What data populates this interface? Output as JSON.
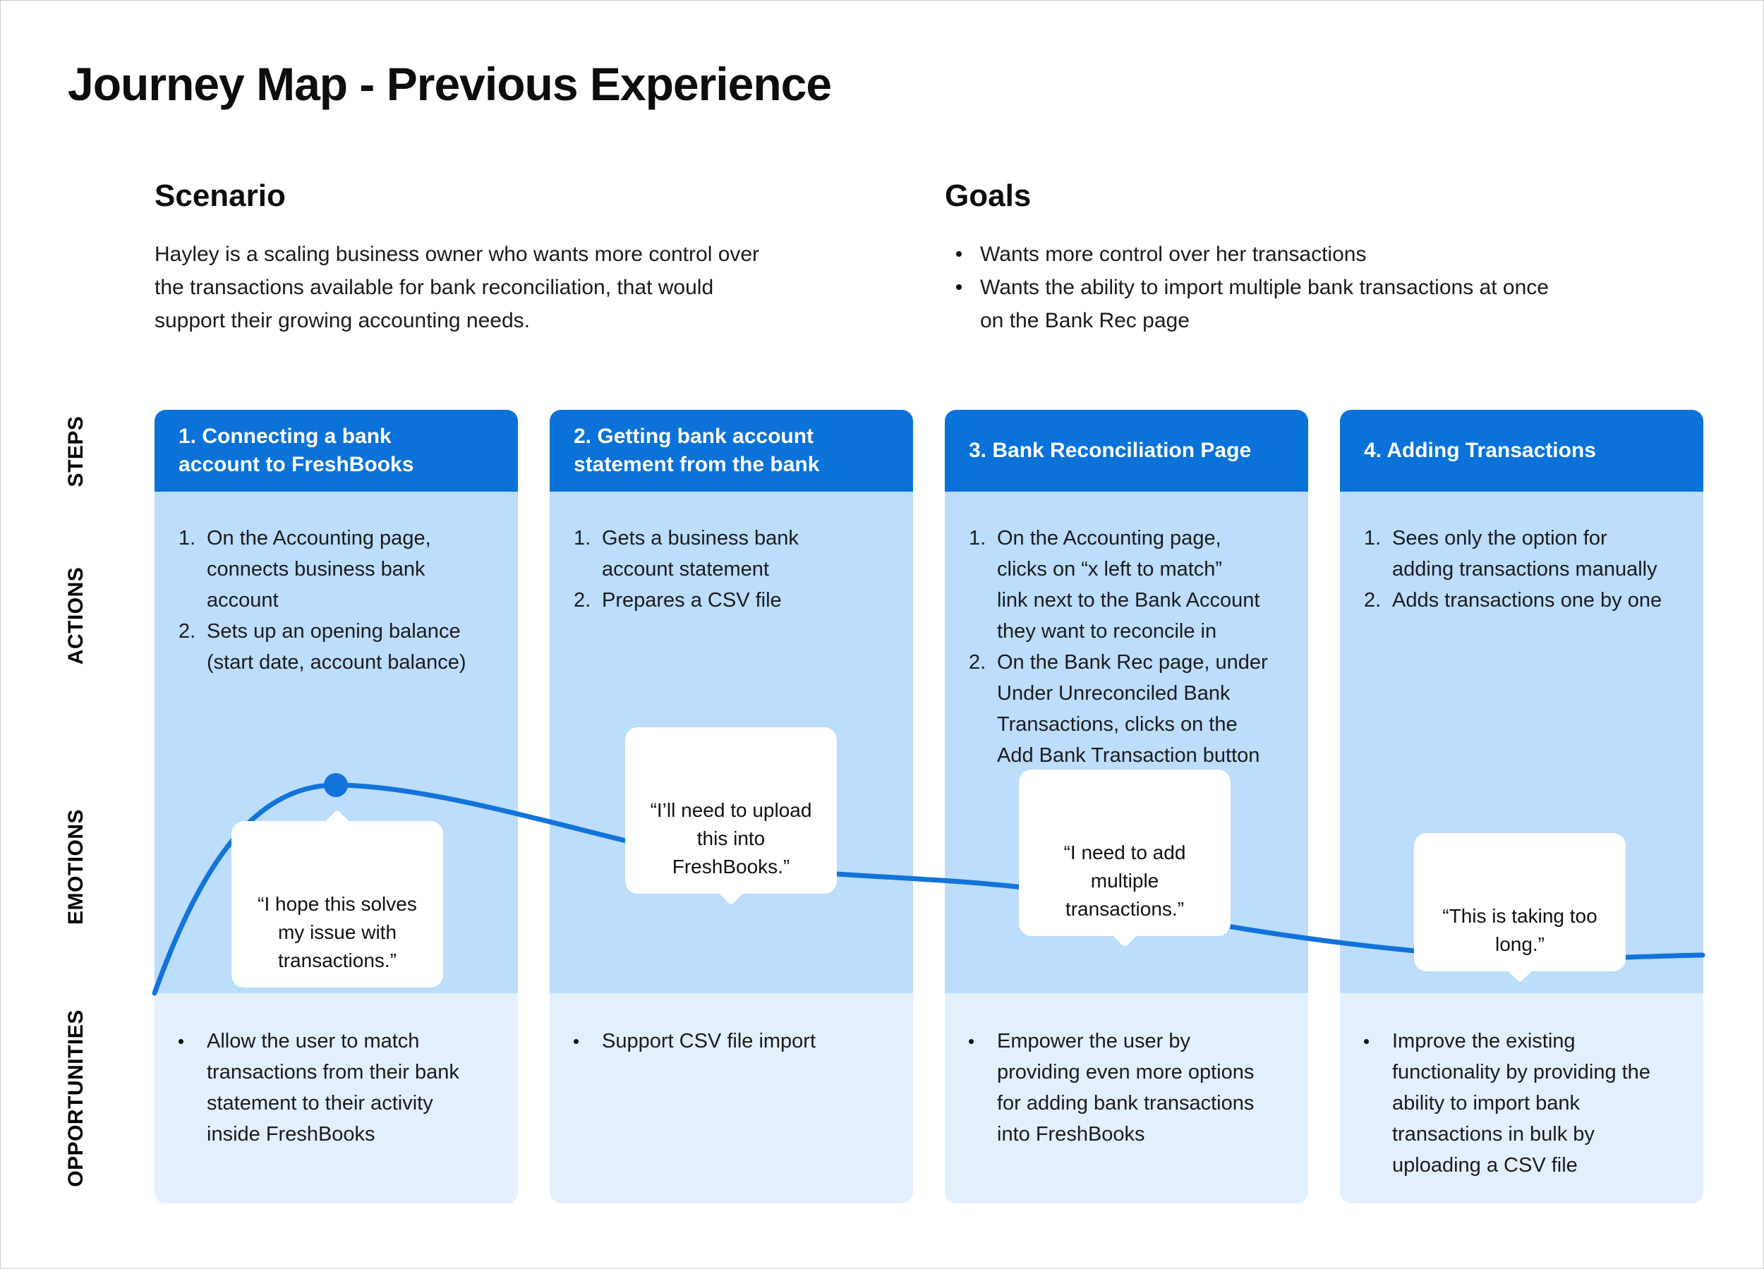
{
  "page": {
    "title": "Journey Map - Previous Experience"
  },
  "scenario": {
    "heading": "Scenario",
    "text": "Hayley is a scaling business owner who wants more control over\nthe transactions available for bank reconciliation, that would\nsupport their growing accounting needs."
  },
  "goals": {
    "heading": "Goals",
    "items": [
      "Wants more control over her transactions",
      "Wants the ability to import multiple bank transactions at once\non the Bank Rec page"
    ]
  },
  "row_labels": {
    "steps": "STEPS",
    "actions": "ACTIONS",
    "emotions": "EMOTIONS",
    "opportunities": "OPPORTUNITIES"
  },
  "columns": [
    {
      "header": "1. Connecting a bank\naccount to FreshBooks",
      "actions": [
        {
          "num": "1.",
          "text": "On the Accounting page,\nconnects business bank\naccount"
        },
        {
          "num": "2.",
          "text": "Sets up an opening balance\n(start date, account balance)"
        }
      ],
      "opportunities": [
        "Allow the user to match\ntransactions from their bank\nstatement to their activity\ninside FreshBooks"
      ]
    },
    {
      "header": "2. Getting bank account\nstatement from the bank",
      "actions": [
        {
          "num": "1.",
          "text": "Gets a business bank\naccount statement"
        },
        {
          "num": "2.",
          "text": "Prepares a CSV file"
        }
      ],
      "opportunities": [
        "Support CSV file import"
      ]
    },
    {
      "header": "3. Bank Reconciliation Page",
      "actions": [
        {
          "num": "1.",
          "text": "On the Accounting page,\nclicks on “x left to match”\nlink next to the Bank Account\nthey want to reconcile in"
        },
        {
          "num": "2.",
          "text": "On the Bank Rec page, under\nUnder Unreconciled Bank\nTransactions, clicks on the\nAdd Bank Transaction button"
        }
      ],
      "opportunities": [
        "Empower the user by\nproviding even more options\nfor adding bank transactions\ninto FreshBooks"
      ]
    },
    {
      "header": "4. Adding Transactions",
      "actions": [
        {
          "num": "1.",
          "text": "Sees only the option for\nadding transactions manually"
        },
        {
          "num": "2.",
          "text": "Adds transactions one by one"
        }
      ],
      "opportunities": [
        "Improve the existing\nfunctionality by providing the\nability to import bank\ntransactions in bulk by\nuploading a CSV file"
      ]
    }
  ],
  "emotion_quotes": [
    "“I hope this solves\nmy issue with\ntransactions.”",
    "“I’ll need to upload\nthis into\nFreshBooks.”",
    "“I need to add\nmultiple\ntransactions.”",
    "“This is taking too\nlong.”"
  ],
  "colors": {
    "header_blue": "#0B72D9",
    "body_blue": "#BCDDFB",
    "opportunity_blue": "#E2EFFD",
    "curve_blue": "#1273DB"
  }
}
